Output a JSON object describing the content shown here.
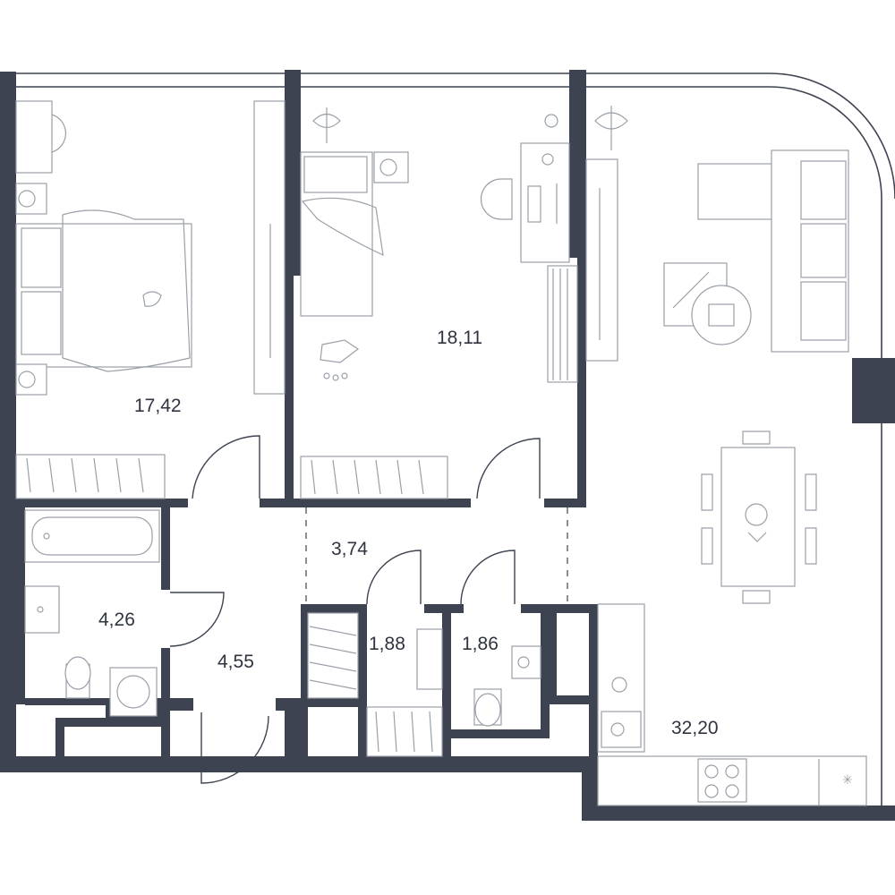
{
  "floor_plan": {
    "rooms": [
      {
        "id": "bedroom_1",
        "area": "17,42"
      },
      {
        "id": "bedroom_2",
        "area": "18,11"
      },
      {
        "id": "corridor",
        "area": "3,74"
      },
      {
        "id": "bathroom",
        "area": "4,26"
      },
      {
        "id": "hallway",
        "area": "4,55"
      },
      {
        "id": "storage",
        "area": "1,88"
      },
      {
        "id": "toilet",
        "area": "1,86"
      },
      {
        "id": "kitchen_living",
        "area": "32,20"
      }
    ]
  },
  "colors": {
    "walls": "#3d4350",
    "furniture": "#9aa0a8",
    "background": "#ffffff"
  }
}
